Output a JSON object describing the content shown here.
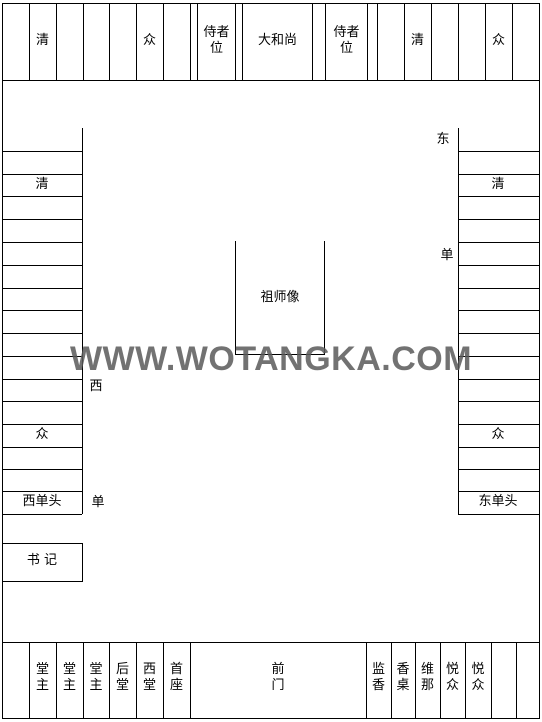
{
  "top_row": {
    "left_qing": "清",
    "left_zhong": "众",
    "attendant_left": "侍者位",
    "abbot": "大和尚",
    "attendant_right": "侍者位",
    "right_qing": "清",
    "right_zhong": "众"
  },
  "west_side": {
    "qing": "清",
    "zhong": "众",
    "xi": "西",
    "dan": "单",
    "head": "西单头",
    "secretary": "书 记"
  },
  "east_side": {
    "dong": "东",
    "dan": "单",
    "qing": "清",
    "zhong": "众",
    "head": "东单头"
  },
  "center": {
    "portrait": "祖师像"
  },
  "bottom_row": {
    "hall_master_1": "堂主",
    "hall_master_2": "堂主",
    "hall_master_3": "堂主",
    "rear_hall": "后堂",
    "west_hall": "西堂",
    "chief_seat": "首座",
    "front_gate": "前门",
    "incense_supervisor": "监香",
    "incense_table": "香桌",
    "karmadana": "维那",
    "yuezhong_1": "悦众",
    "yuezhong_2": "悦众"
  },
  "watermark": "WWW.WOTANGKA.COM",
  "colors": {
    "line": "#000000",
    "watermark": "#5a5a5a",
    "background": "#ffffff"
  }
}
